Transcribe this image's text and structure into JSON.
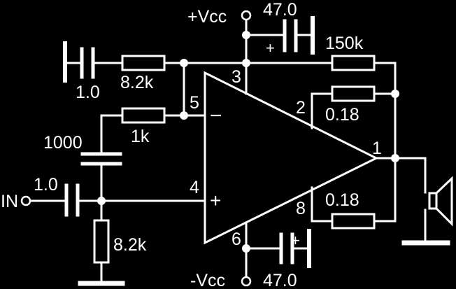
{
  "colors": {
    "background": "#000000",
    "ink": "#ffffff"
  },
  "labels": {
    "vcc_pos": "+Vcc",
    "vcc_neg": "-Vcc",
    "input": "IN",
    "cap_top": "47.0",
    "cap_bottom": "47.0",
    "cap_fb": "1.0",
    "cap_in": "1.0",
    "cap_1000": "1000",
    "res_82k_top": "8.2k",
    "res_82k_bottom": "8.2k",
    "res_1k": "1k",
    "res_150k": "150k",
    "res_018_top": "0.18",
    "res_018_bottom": "0.18",
    "pin1": "1",
    "pin2": "2",
    "pin3": "3",
    "pin4": "4",
    "pin5": "5",
    "pin6": "6",
    "pin8": "8",
    "minus": "−",
    "plus": "+",
    "cap_top_polarity": "+",
    "cap_bottom_polarity": "+"
  }
}
